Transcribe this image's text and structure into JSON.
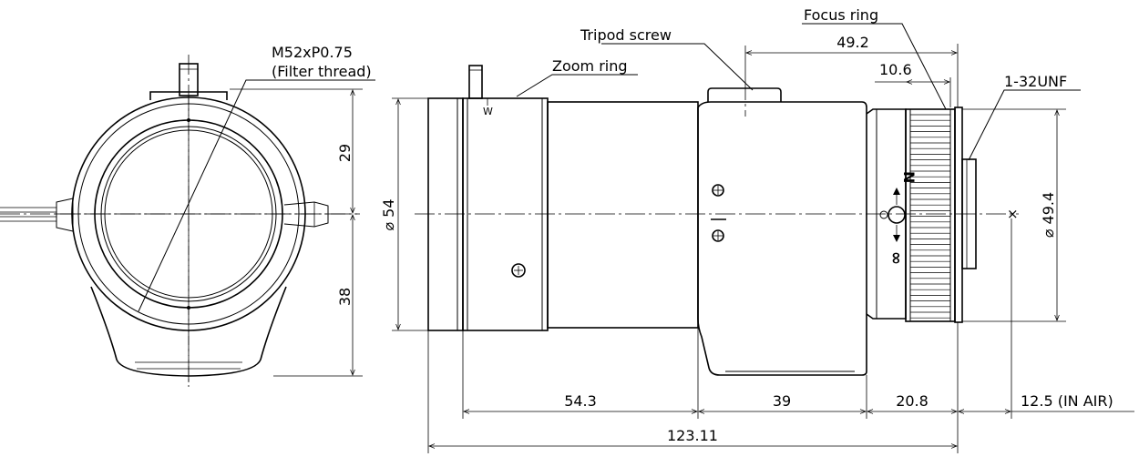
{
  "labels": {
    "filter_thread_line1": "M52xP0.75",
    "filter_thread_line2": "(Filter thread)",
    "tripod_screw": "Tripod screw",
    "zoom_ring": "Zoom ring",
    "focus_ring": "Focus ring",
    "mount_thread": "1-32UNF",
    "focus_near": "N",
    "focus_infinity": "∞",
    "zoom_wide": "W"
  },
  "dimensions": {
    "front_upper": "29",
    "front_lower": "38",
    "diameter_front": "⌀ 54",
    "diameter_rear": "⌀ 49.4",
    "tripod_to_flange": "49.2",
    "focus_ring_width": "10.6",
    "zoom_section": "54.3",
    "body_section": "39",
    "focus_section": "20.8",
    "back_focus": "12.5 (IN AIR)",
    "overall_length": "123.11"
  }
}
